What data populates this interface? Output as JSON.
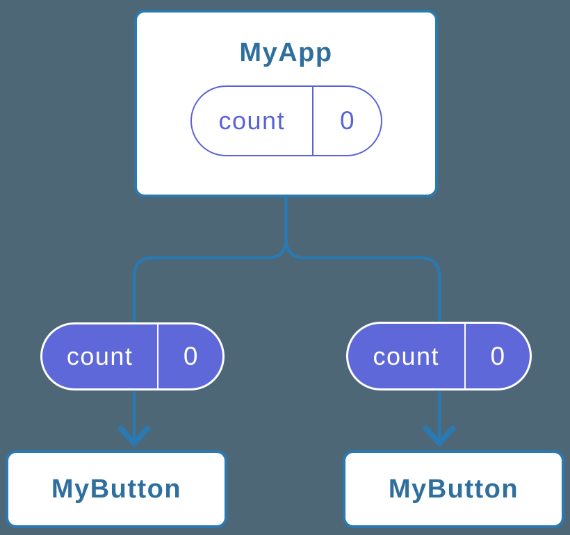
{
  "colors": {
    "background": "#4d6776",
    "line_blue": "#2b79b1",
    "text_blue": "#2f6f9e",
    "purple": "#5a63d6",
    "purple_fill": "#5f68d8",
    "white": "#ffffff"
  },
  "diagram": {
    "description": "Component tree: parent MyApp holds state shared down to two MyButton children",
    "root": {
      "title": "MyApp",
      "state": {
        "name": "count",
        "value": "0"
      }
    },
    "children": [
      {
        "pill": {
          "name": "count",
          "value": "0"
        },
        "title": "MyButton"
      },
      {
        "pill": {
          "name": "count",
          "value": "0"
        },
        "title": "MyButton"
      }
    ]
  }
}
